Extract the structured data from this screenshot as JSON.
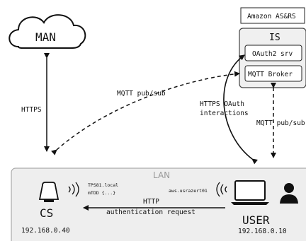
{
  "cloud": {
    "label": "MAN"
  },
  "amazon": {
    "label": "Amazon AS&RS"
  },
  "is_box": {
    "title": "IS",
    "oauth_label": "OAuth2 srv",
    "mqtt_label": "MQTT Broker"
  },
  "lan": {
    "label": "LAN",
    "cs": {
      "label": "CS",
      "ip": "192.168.0.40",
      "net_line1": "TPS81.local",
      "net_line2": "mTDD {...}"
    },
    "user": {
      "label": "USER",
      "ip": "192.168.0.10",
      "net_label": "aws.usrazert01"
    },
    "http_label": "HTTP",
    "auth_label": "authentication request"
  },
  "edges": {
    "https": "HTTPS",
    "mqtt_left": "MQTT pub/sub",
    "oauth_line1": "HTTPS OAuth",
    "oauth_line2": "interactions",
    "mqtt_right": "MQTT pub/sub"
  },
  "colors": {
    "lan_fill": "#eeeeee",
    "lan_stroke": "#aaaaaa",
    "is_fill": "#f0f0f0",
    "stroke": "#222222",
    "lan_text": "#9a9a9a"
  }
}
